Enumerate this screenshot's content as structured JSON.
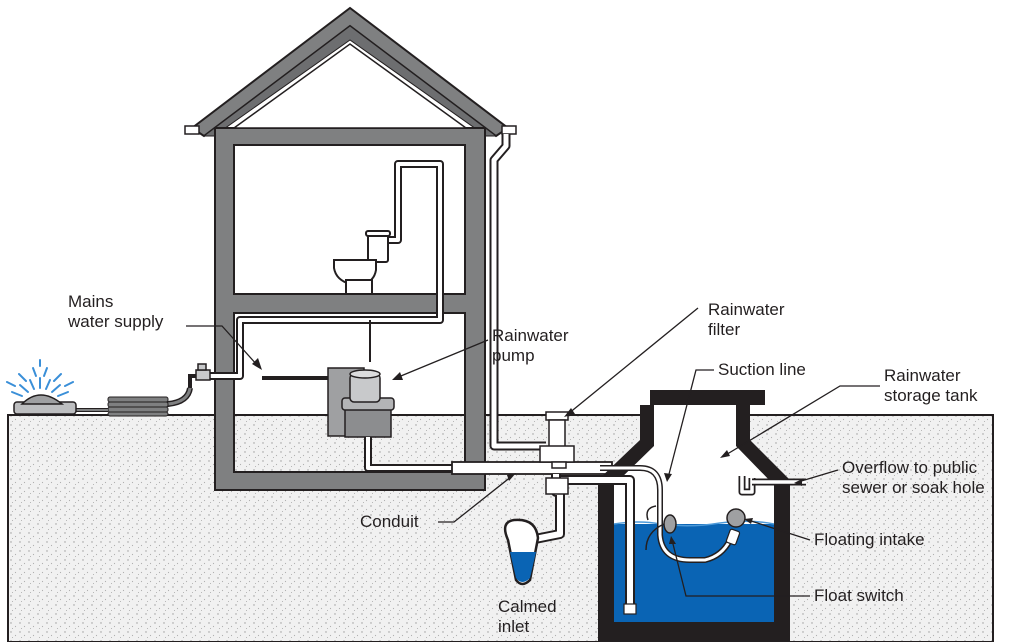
{
  "labels": {
    "mains": [
      "Mains",
      "water supply"
    ],
    "pump": [
      "Rainwater",
      "pump"
    ],
    "filter": [
      "Rainwater",
      "filter"
    ],
    "suction": "Suction line",
    "tank": [
      "Rainwater",
      "storage tank"
    ],
    "overflow": [
      "Overflow to public",
      "sewer or soak hole"
    ],
    "conduit": "Conduit",
    "floating_intake": "Floating intake",
    "float_switch": "Float switch",
    "calmed": [
      "Calmed",
      "inlet"
    ]
  },
  "colors": {
    "wall": "#7f8081",
    "wall_dark": "#5f6062",
    "outline": "#231f20",
    "water": "#0a64b4",
    "water_light": "#2d7fc7",
    "soil": "#efefef",
    "spray": "#3a8fd8",
    "pump_body": "#999a9c"
  }
}
